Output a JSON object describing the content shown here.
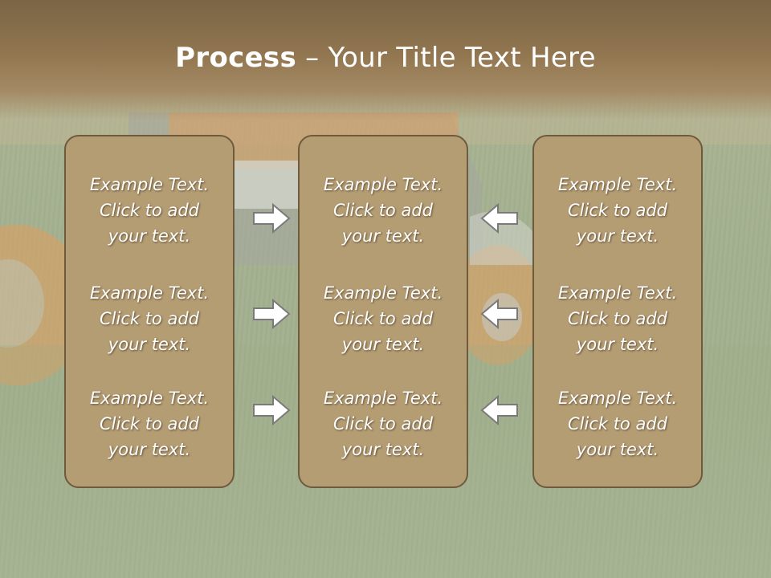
{
  "title": {
    "bold": "Process",
    "rest": " – Your Title Text Here"
  },
  "panels": [
    {
      "cells": [
        {
          "line1": "Example Text.",
          "line2": "Click  to add",
          "line3": "your text."
        },
        {
          "line1": "Example Text.",
          "line2": "Click  to add",
          "line3": "your text."
        },
        {
          "line1": "Example Text.",
          "line2": "Click  to add",
          "line3": "your text."
        }
      ]
    },
    {
      "cells": [
        {
          "line1": "Example Text.",
          "line2": "Click  to add",
          "line3": "your text."
        },
        {
          "line1": "Example Text.",
          "line2": "Click  to add",
          "line3": "your text."
        },
        {
          "line1": "Example Text.",
          "line2": "Click  to add",
          "line3": "your text."
        }
      ]
    },
    {
      "cells": [
        {
          "line1": "Example Text.",
          "line2": "Click  to add",
          "line3": "your text."
        },
        {
          "line1": "Example Text.",
          "line2": "Click  to add",
          "line3": "your text."
        },
        {
          "line1": "Example Text.",
          "line2": "Click  to add",
          "line3": "your text."
        }
      ]
    }
  ],
  "icons": {
    "left_arrows": "arrow-right-icon",
    "right_arrows": "arrow-left-icon"
  },
  "colors": {
    "panel_fill": "#b49c73",
    "panel_border": "#6e5a3d",
    "title_band": "#917650",
    "arrow_fill": "#ffffff",
    "arrow_stroke": "#7a7a7a"
  }
}
